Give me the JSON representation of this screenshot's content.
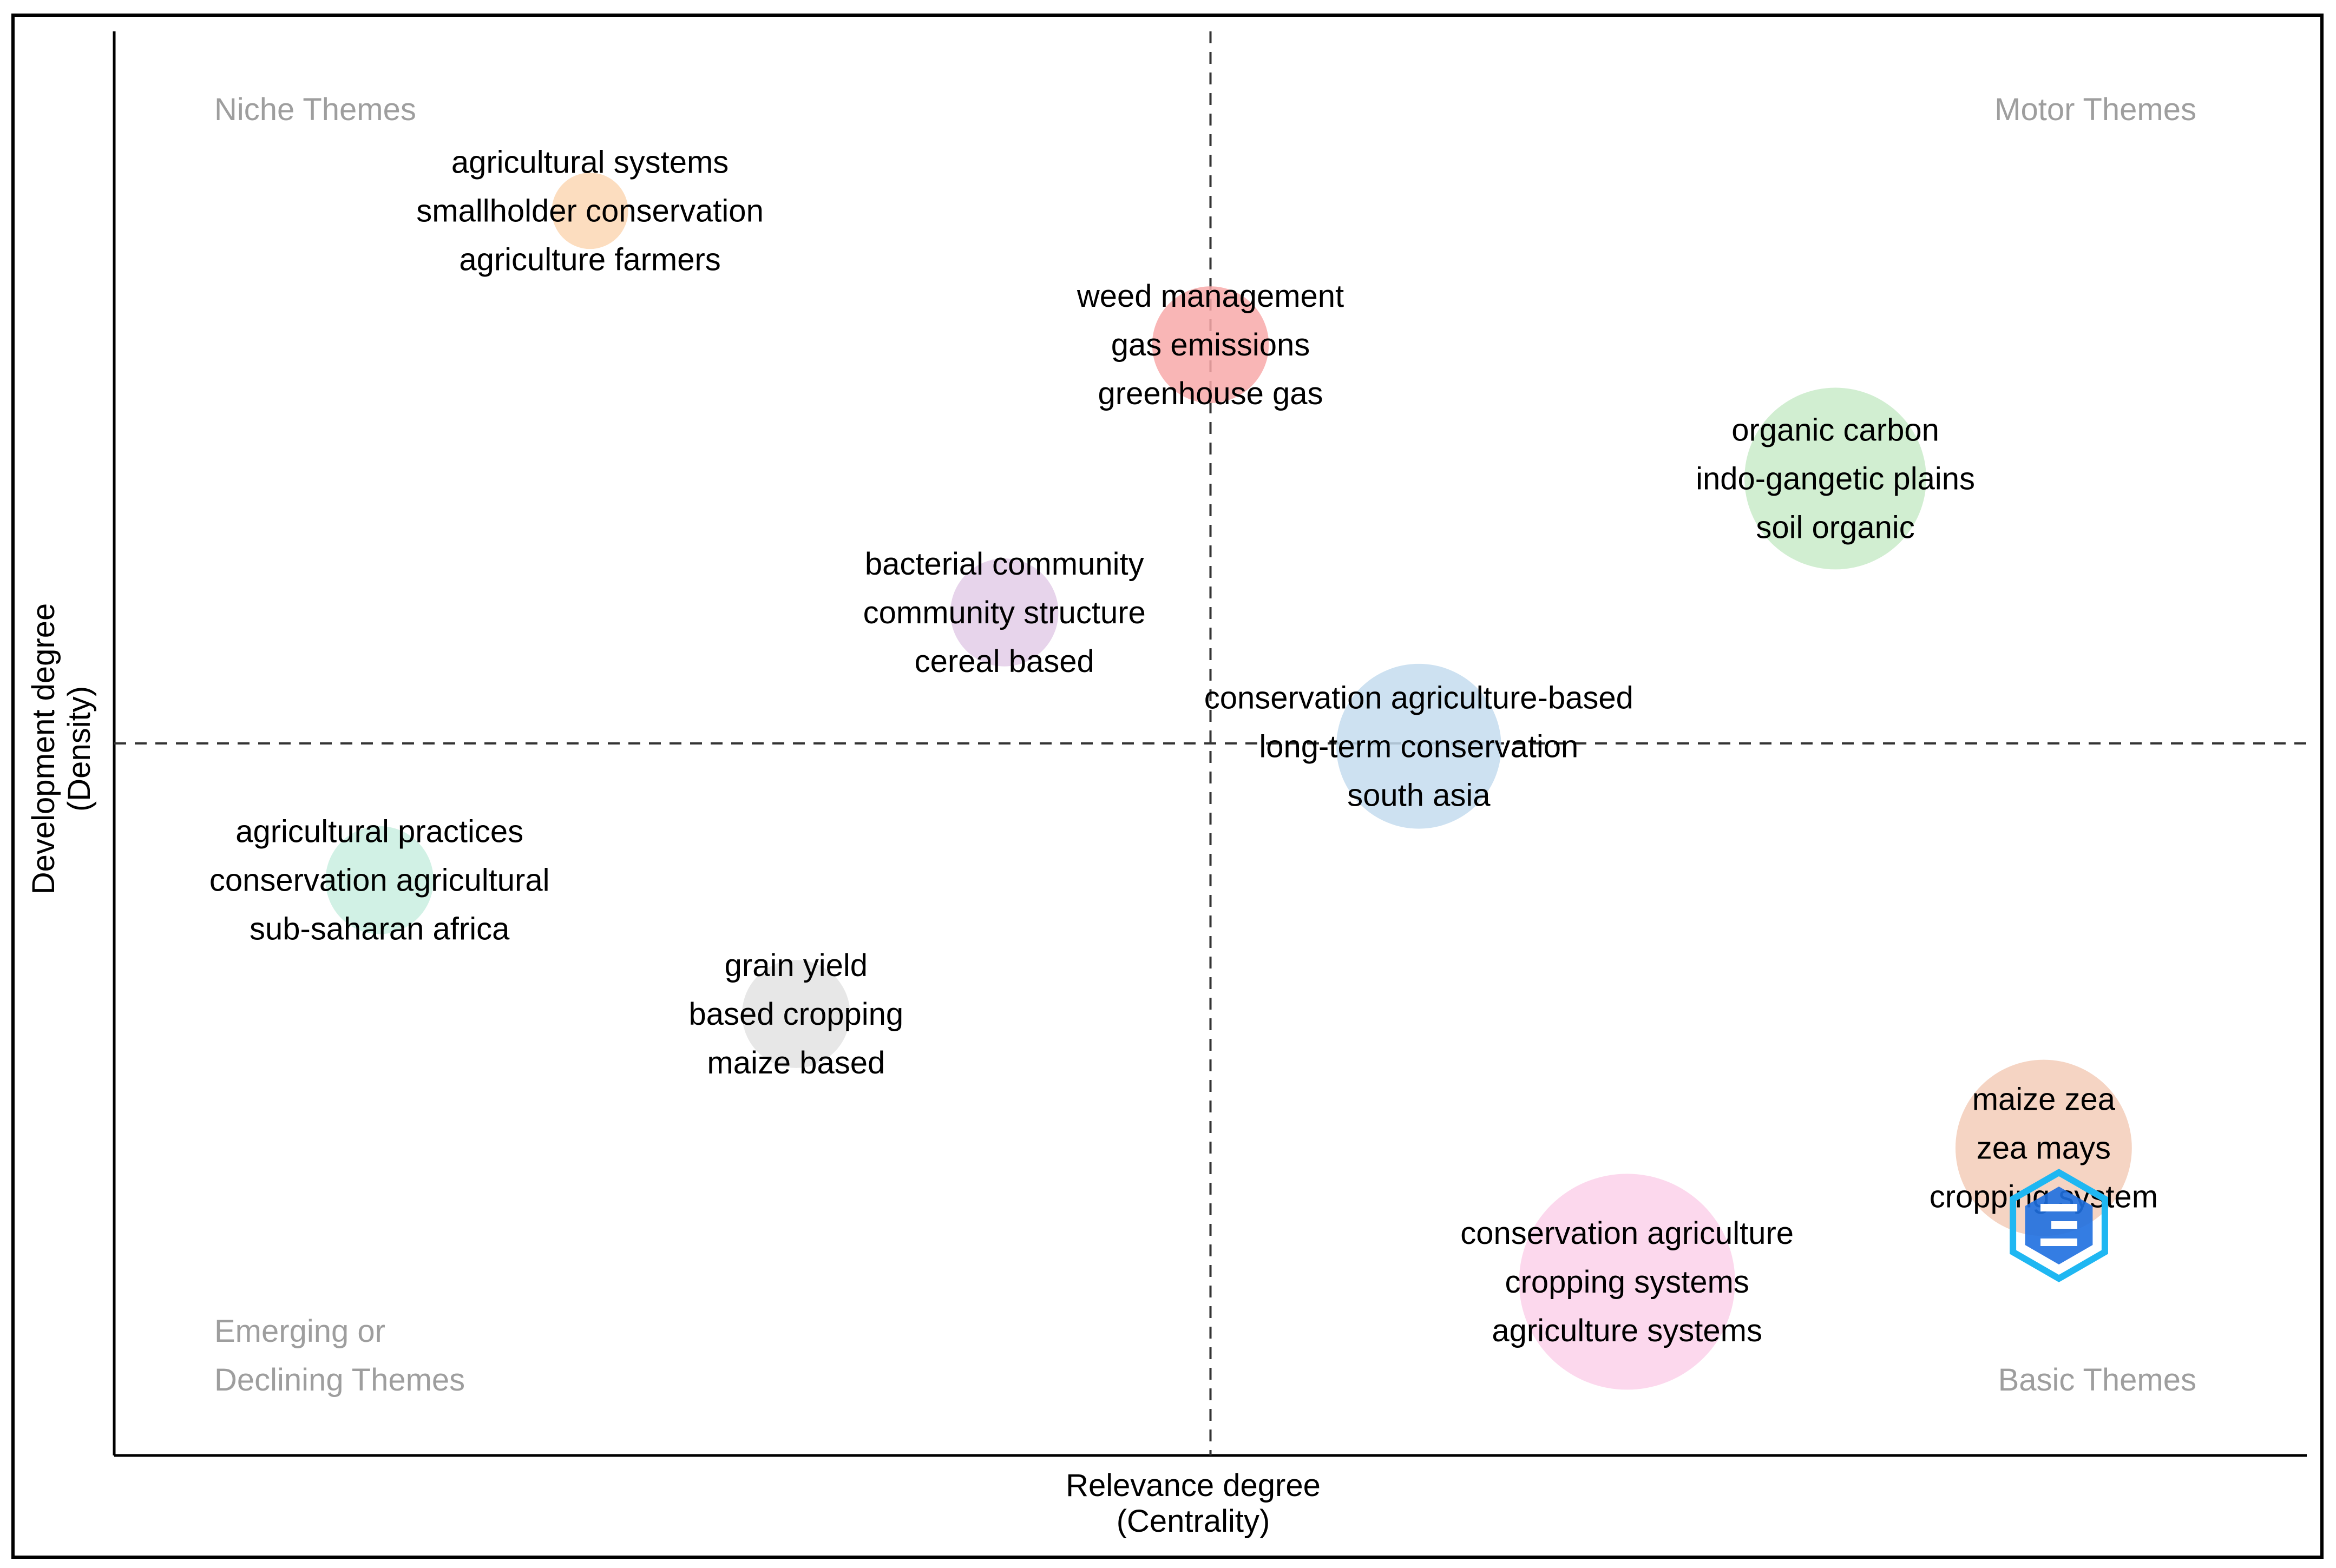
{
  "chart_data": {
    "type": "scatter",
    "subtype": "thematic-map-bubble",
    "xlabel": [
      "Relevance degree",
      "(Centrality)"
    ],
    "ylabel": [
      "Development degree",
      "(Density)"
    ],
    "quadrants": {
      "top_left": [
        "Niche Themes"
      ],
      "top_right": [
        "Motor Themes"
      ],
      "bottom_left": [
        "Emerging or",
        "Declining Themes"
      ],
      "bottom_right": [
        "Basic Themes"
      ]
    },
    "reference_lines": {
      "x": 0.5,
      "y": 0.5,
      "style": "dashed"
    },
    "xlim": [
      0,
      1
    ],
    "ylim": [
      0,
      1
    ],
    "clusters": [
      {
        "labels": [
          "agricultural systems",
          "smallholder conservation",
          "agriculture farmers"
        ],
        "x": 0.217,
        "y": 0.874,
        "size": 1.5,
        "color": "#fbd7b4"
      },
      {
        "labels": [
          "weed management",
          "gas emissions",
          "greenhouse gas"
        ],
        "x": 0.5,
        "y": 0.78,
        "size": 3.5,
        "color": "#f8a9a9"
      },
      {
        "labels": [
          "organic carbon",
          "indo-gangetic plains",
          "soil organic"
        ],
        "x": 0.785,
        "y": 0.686,
        "size": 8.5,
        "color": "#c9ebc9"
      },
      {
        "labels": [
          "bacterial community",
          "community structure",
          "cereal based"
        ],
        "x": 0.406,
        "y": 0.592,
        "size": 3.0,
        "color": "#e3cde8"
      },
      {
        "labels": [
          "conservation agriculture-based",
          "long-term conservation",
          "south asia"
        ],
        "x": 0.595,
        "y": 0.498,
        "size": 7.0,
        "color": "#c4dcee"
      },
      {
        "labels": [
          "agricultural practices",
          "conservation agricultural",
          "sub-saharan africa"
        ],
        "x": 0.121,
        "y": 0.404,
        "size": 3.0,
        "color": "#c9eee0"
      },
      {
        "labels": [
          "grain yield",
          "based cropping",
          "maize based"
        ],
        "x": 0.311,
        "y": 0.31,
        "size": 3.0,
        "color": "#e3e3e3"
      },
      {
        "labels": [
          "maize zea",
          "zea mays",
          "cropping system"
        ],
        "x": 0.88,
        "y": 0.216,
        "size": 8.0,
        "color": "#f3cdb8"
      },
      {
        "labels": [
          "conservation agriculture",
          "cropping systems",
          "agriculture systems"
        ],
        "x": 0.69,
        "y": 0.122,
        "size": 12.0,
        "color": "#fbd1ea"
      }
    ]
  },
  "watermark": {
    "kind": "hexagon-logo",
    "colors": [
      "#1e6fe0",
      "#1fb7f2"
    ]
  }
}
